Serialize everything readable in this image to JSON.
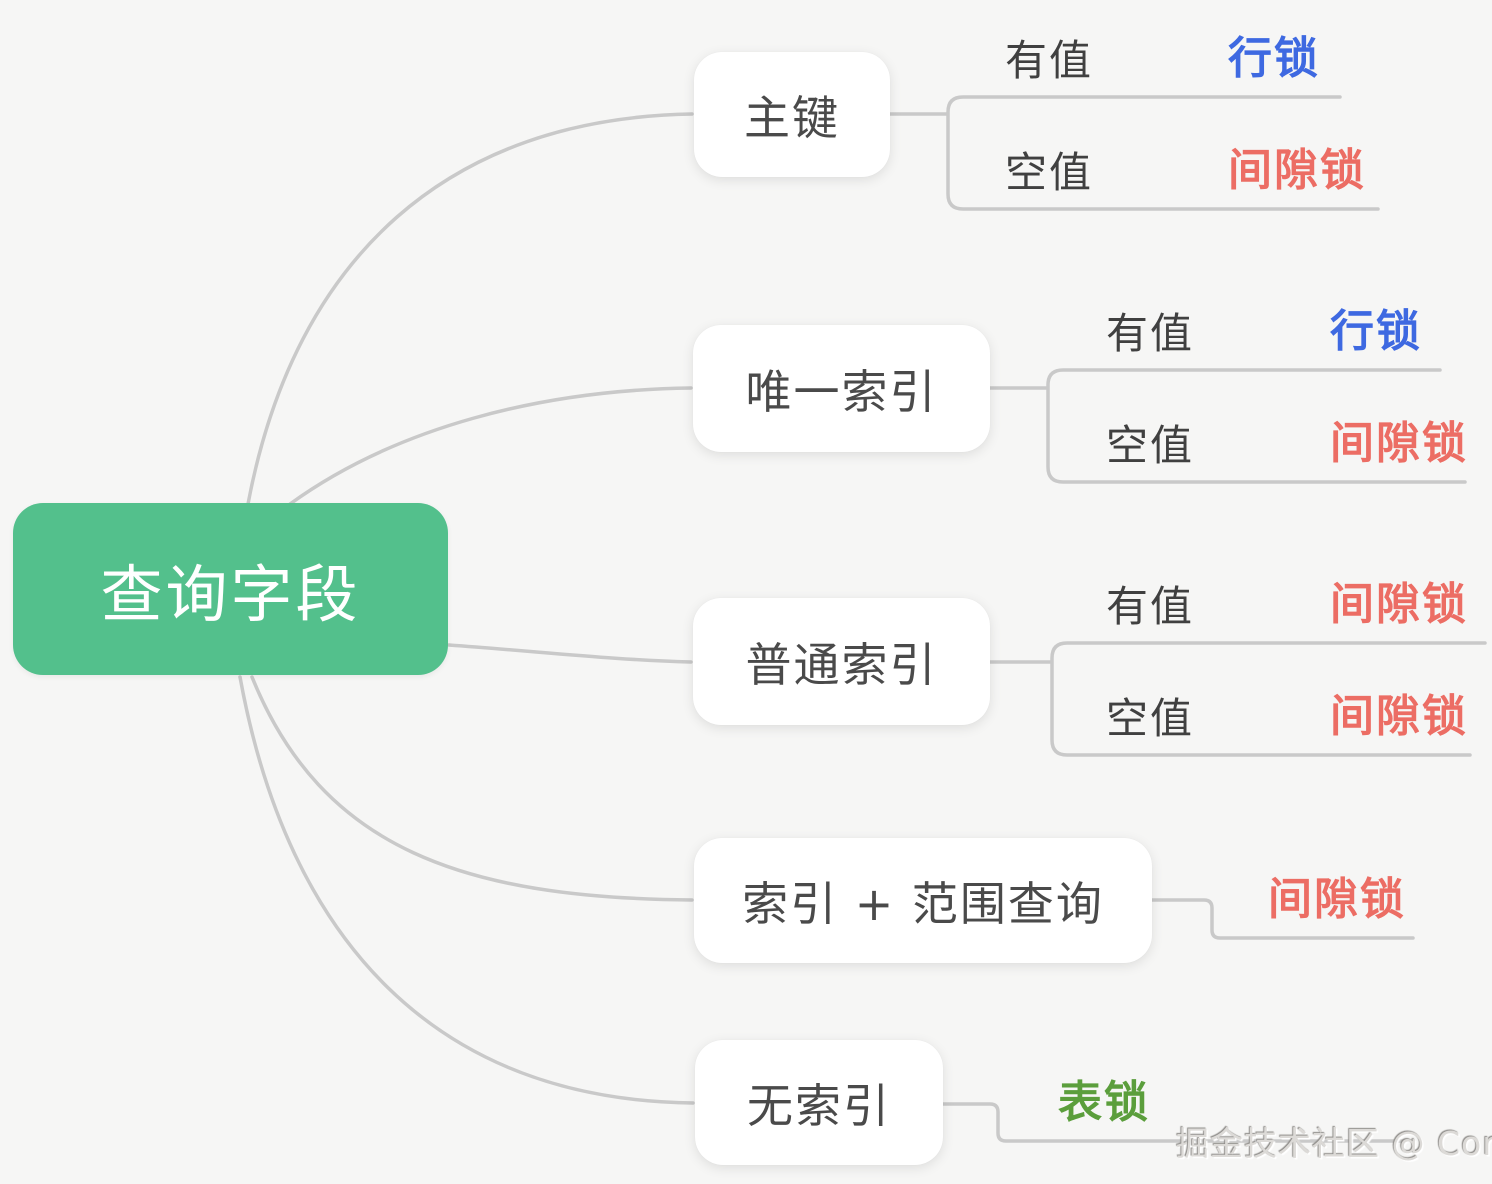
{
  "palette": {
    "bg": "#f6f6f5",
    "node_bg": "#ffffff",
    "root_fill": "#53c08c",
    "root_text": "#ffffff",
    "node_text": "#4a4a4a",
    "label_text": "#404040",
    "lock_blue": "#3e69e1",
    "lock_red": "#ec6d64",
    "lock_green": "#5b9e3c",
    "line": "#c9c9c9"
  },
  "root": {
    "label": "查询字段"
  },
  "branches": [
    {
      "label": "主键",
      "children": [
        {
          "label": "有值",
          "lock": "行锁",
          "lock_color": "blue"
        },
        {
          "label": "空值",
          "lock": "间隙锁",
          "lock_color": "red"
        }
      ]
    },
    {
      "label": "唯一索引",
      "children": [
        {
          "label": "有值",
          "lock": "行锁",
          "lock_color": "blue"
        },
        {
          "label": "空值",
          "lock": "间隙锁",
          "lock_color": "red"
        }
      ]
    },
    {
      "label": "普通索引",
      "children": [
        {
          "label": "有值",
          "lock": "间隙锁",
          "lock_color": "red"
        },
        {
          "label": "空值",
          "lock": "间隙锁",
          "lock_color": "red"
        }
      ]
    },
    {
      "label": "索引 + 范围查询",
      "children": [
        {
          "lock": "间隙锁",
          "lock_color": "red"
        }
      ]
    },
    {
      "label": "无索引",
      "children": [
        {
          "lock": "表锁",
          "lock_color": "green"
        }
      ]
    }
  ],
  "watermark": {
    "text": "掘金技术社区 @ Corbing"
  }
}
